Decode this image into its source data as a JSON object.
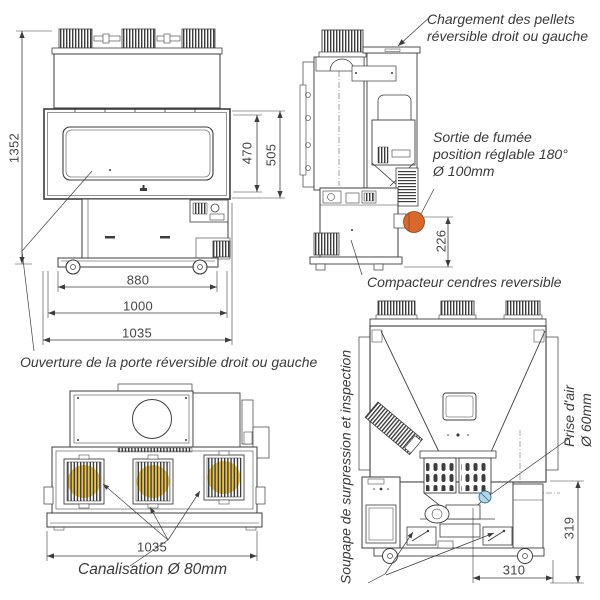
{
  "colors": {
    "ink": "#3d3d3d",
    "text": "#3a3a3a",
    "orange": "#d9682c",
    "orange_stroke": "#8a4014",
    "yellow": "#edc23a",
    "blue": "#b5d6e6",
    "blue_stroke": "#2f6e8e"
  },
  "front_view": {
    "dim_total_height": "1352",
    "dim_glass_height": "470",
    "dim_door_height": "505",
    "dim_base_width": "880",
    "dim_body_width": "1000",
    "dim_total_width": "1035",
    "door_label": "Ouverture de la porte réversible droit ou gauche"
  },
  "side_view": {
    "pellet_label": {
      "line1": "Chargement des pellets",
      "line2": "réversible droit ou gauche"
    },
    "smoke_label": {
      "line1": "Sortie de fumée",
      "line2": "position réglable 180°",
      "line3": "Ø 100mm"
    },
    "dim_smoke_outlet_height": "226",
    "compactor_label": "Compacteur cendres reversible"
  },
  "top_view": {
    "dim_total_width": "1035",
    "duct_label": "Canalisation Ø 80mm"
  },
  "rear_view": {
    "valve_label": "Soupape de surpression et inspection",
    "air_intake_label": {
      "line1": "Prise d'air",
      "line2": "Ø 60mm"
    },
    "dim_air_intake_height": "319",
    "dim_air_intake_offset": "310"
  }
}
